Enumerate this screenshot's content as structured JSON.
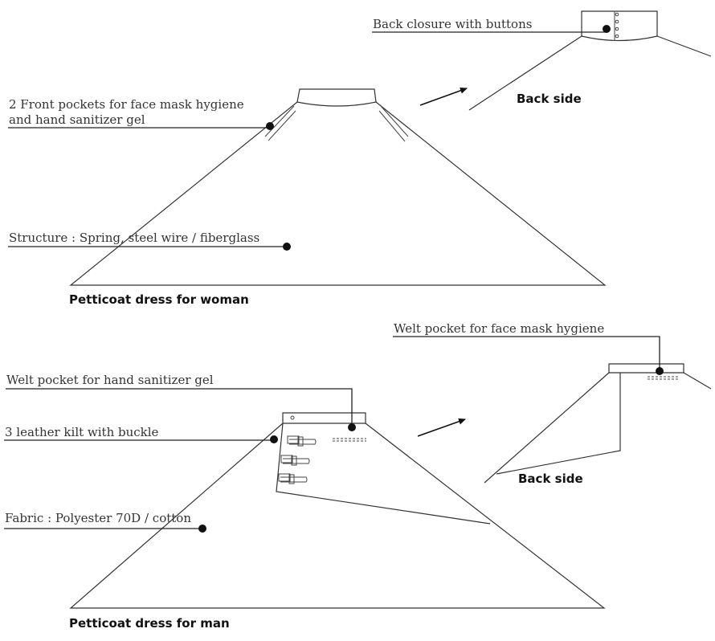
{
  "woman_section": {
    "caption": "Petticoat dress for woman",
    "back_caption": "Back side",
    "callouts": {
      "back_closure": "Back closure with buttons",
      "front_pockets_line1": "2 Front pockets  for face mask hygiene",
      "front_pockets_line2": "and hand sanitizer gel",
      "structure": "Structure : Spring, steel wire / fiberglass"
    }
  },
  "man_section": {
    "caption": "Petticoat dress for man",
    "back_caption": "Back side",
    "callouts": {
      "welt_face_mask": "Welt pocket for face mask hygiene",
      "welt_sanitizer": "Welt pocket for hand sanitizer gel",
      "kilt": "3 leather kilt with buckle",
      "fabric": "Fabric : Polyester 70D / cotton"
    }
  },
  "icons": [
    "arrow-icon",
    "button-icon",
    "buckle-icon",
    "callout-dot-icon"
  ]
}
